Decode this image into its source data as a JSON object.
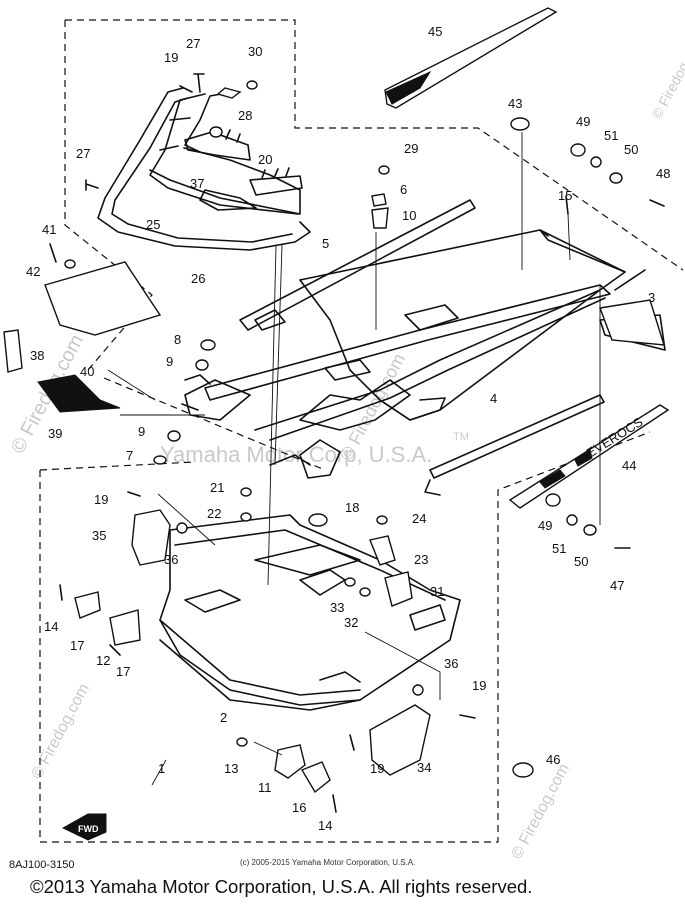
{
  "diagram": {
    "drawing_code": "8AJ100-3150",
    "source_copyright": "(c) 2005-2015 Yamaha Motor Corporation, U.S.A.",
    "copyright": "©2013 Yamaha Motor Corporation, U.S.A. All rights reserved.",
    "watermark_site": "© Firedog.com",
    "watermark_owner": "Yamaha Motor Corp, U.S.A.",
    "watermark_tm": "TM",
    "fwd_label": "FWD",
    "decal_text": "EVEROCS",
    "callouts": {
      "c1": "1",
      "c2": "2",
      "c3": "3",
      "c4": "4",
      "c5": "5",
      "c6": "6",
      "c7": "7",
      "c8": "8",
      "c9a": "9",
      "c9b": "9",
      "c10": "10",
      "c11": "11",
      "c12": "12",
      "c13": "13",
      "c14a": "14",
      "c14b": "14",
      "c15": "15",
      "c16": "16",
      "c17a": "17",
      "c17b": "17",
      "c18": "18",
      "c19a": "19",
      "c19b": "19",
      "c19c": "19",
      "c19d": "19",
      "c20": "20",
      "c21": "21",
      "c22": "22",
      "c23": "23",
      "c24": "24",
      "c25": "25",
      "c26": "26",
      "c27a": "27",
      "c27b": "27",
      "c28": "28",
      "c29": "29",
      "c30": "30",
      "c31": "31",
      "c32": "32",
      "c33": "33",
      "c34": "34",
      "c35": "35",
      "c36a": "36",
      "c36b": "36",
      "c37": "37",
      "c38": "38",
      "c39": "39",
      "c40": "40",
      "c41": "41",
      "c42": "42",
      "c43": "43",
      "c44": "44",
      "c45": "45",
      "c46": "46",
      "c47": "47",
      "c48": "48",
      "c49a": "49",
      "c49b": "49",
      "c50a": "50",
      "c50b": "50",
      "c51a": "51",
      "c51b": "51"
    }
  }
}
